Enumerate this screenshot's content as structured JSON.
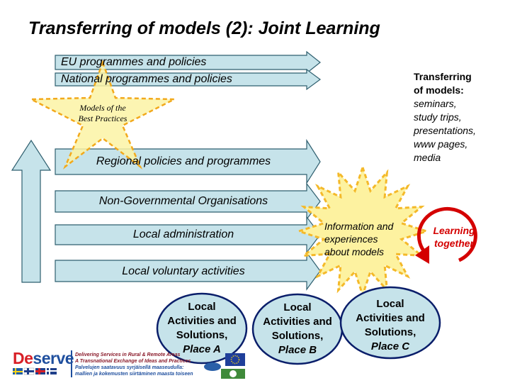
{
  "title": "Transferring of models (2): Joint Learning",
  "arrows": [
    {
      "label": "EU programmes and policies"
    },
    {
      "label": "National programmes and policies"
    },
    {
      "label": "Regional policies and programmes"
    },
    {
      "label": "Non-Governmental Organisations"
    },
    {
      "label": "Local administration"
    },
    {
      "label": "Local voluntary activities"
    }
  ],
  "star": {
    "line1": "Models of the",
    "line2": "Best Practices"
  },
  "side_note": {
    "heading_line1": "Transferring",
    "heading_line2": "of models:",
    "items": [
      "seminars,",
      "study trips,",
      "presentations,",
      "www pages,",
      "media"
    ]
  },
  "burst": {
    "line1": "Information and",
    "line2": "experiences",
    "line3": "about models"
  },
  "learning": {
    "line1": "Learning",
    "line2": "together"
  },
  "places": [
    {
      "l1": "Local",
      "l2": "Activities and",
      "l3": "Solutions,",
      "place": "Place A"
    },
    {
      "l1": "Local",
      "l2": "Activities and",
      "l3": "Solutions,",
      "place": "Place B"
    },
    {
      "l1": "Local",
      "l2": "Activities and",
      "l3": "Solutions,",
      "place": "Place C"
    }
  ],
  "footer": {
    "logo_de": "De",
    "logo_serve": "serve",
    "line1": "Delivering Services in Rural & Remote Areas",
    "line2": "A Transnational Exchange of Ideas and Practices",
    "line3": "Palvelujen saatavuus syrjäisellä maaseudulla:",
    "line4": "mallien ja kokemusten siirtäminen maasta toiseen"
  },
  "colors": {
    "arrow_fill": "#c6e3ea",
    "arrow_stroke": "#2f5f6f",
    "star_fill": "#fbf3a4",
    "star_stroke": "#f2a91c",
    "burst_fill": "#fdf2a0",
    "burst_stroke": "#f4b92a",
    "ellipse_fill": "#c6e3ea",
    "ellipse_stroke": "#0a1e6a",
    "learning_red": "#d40000"
  }
}
